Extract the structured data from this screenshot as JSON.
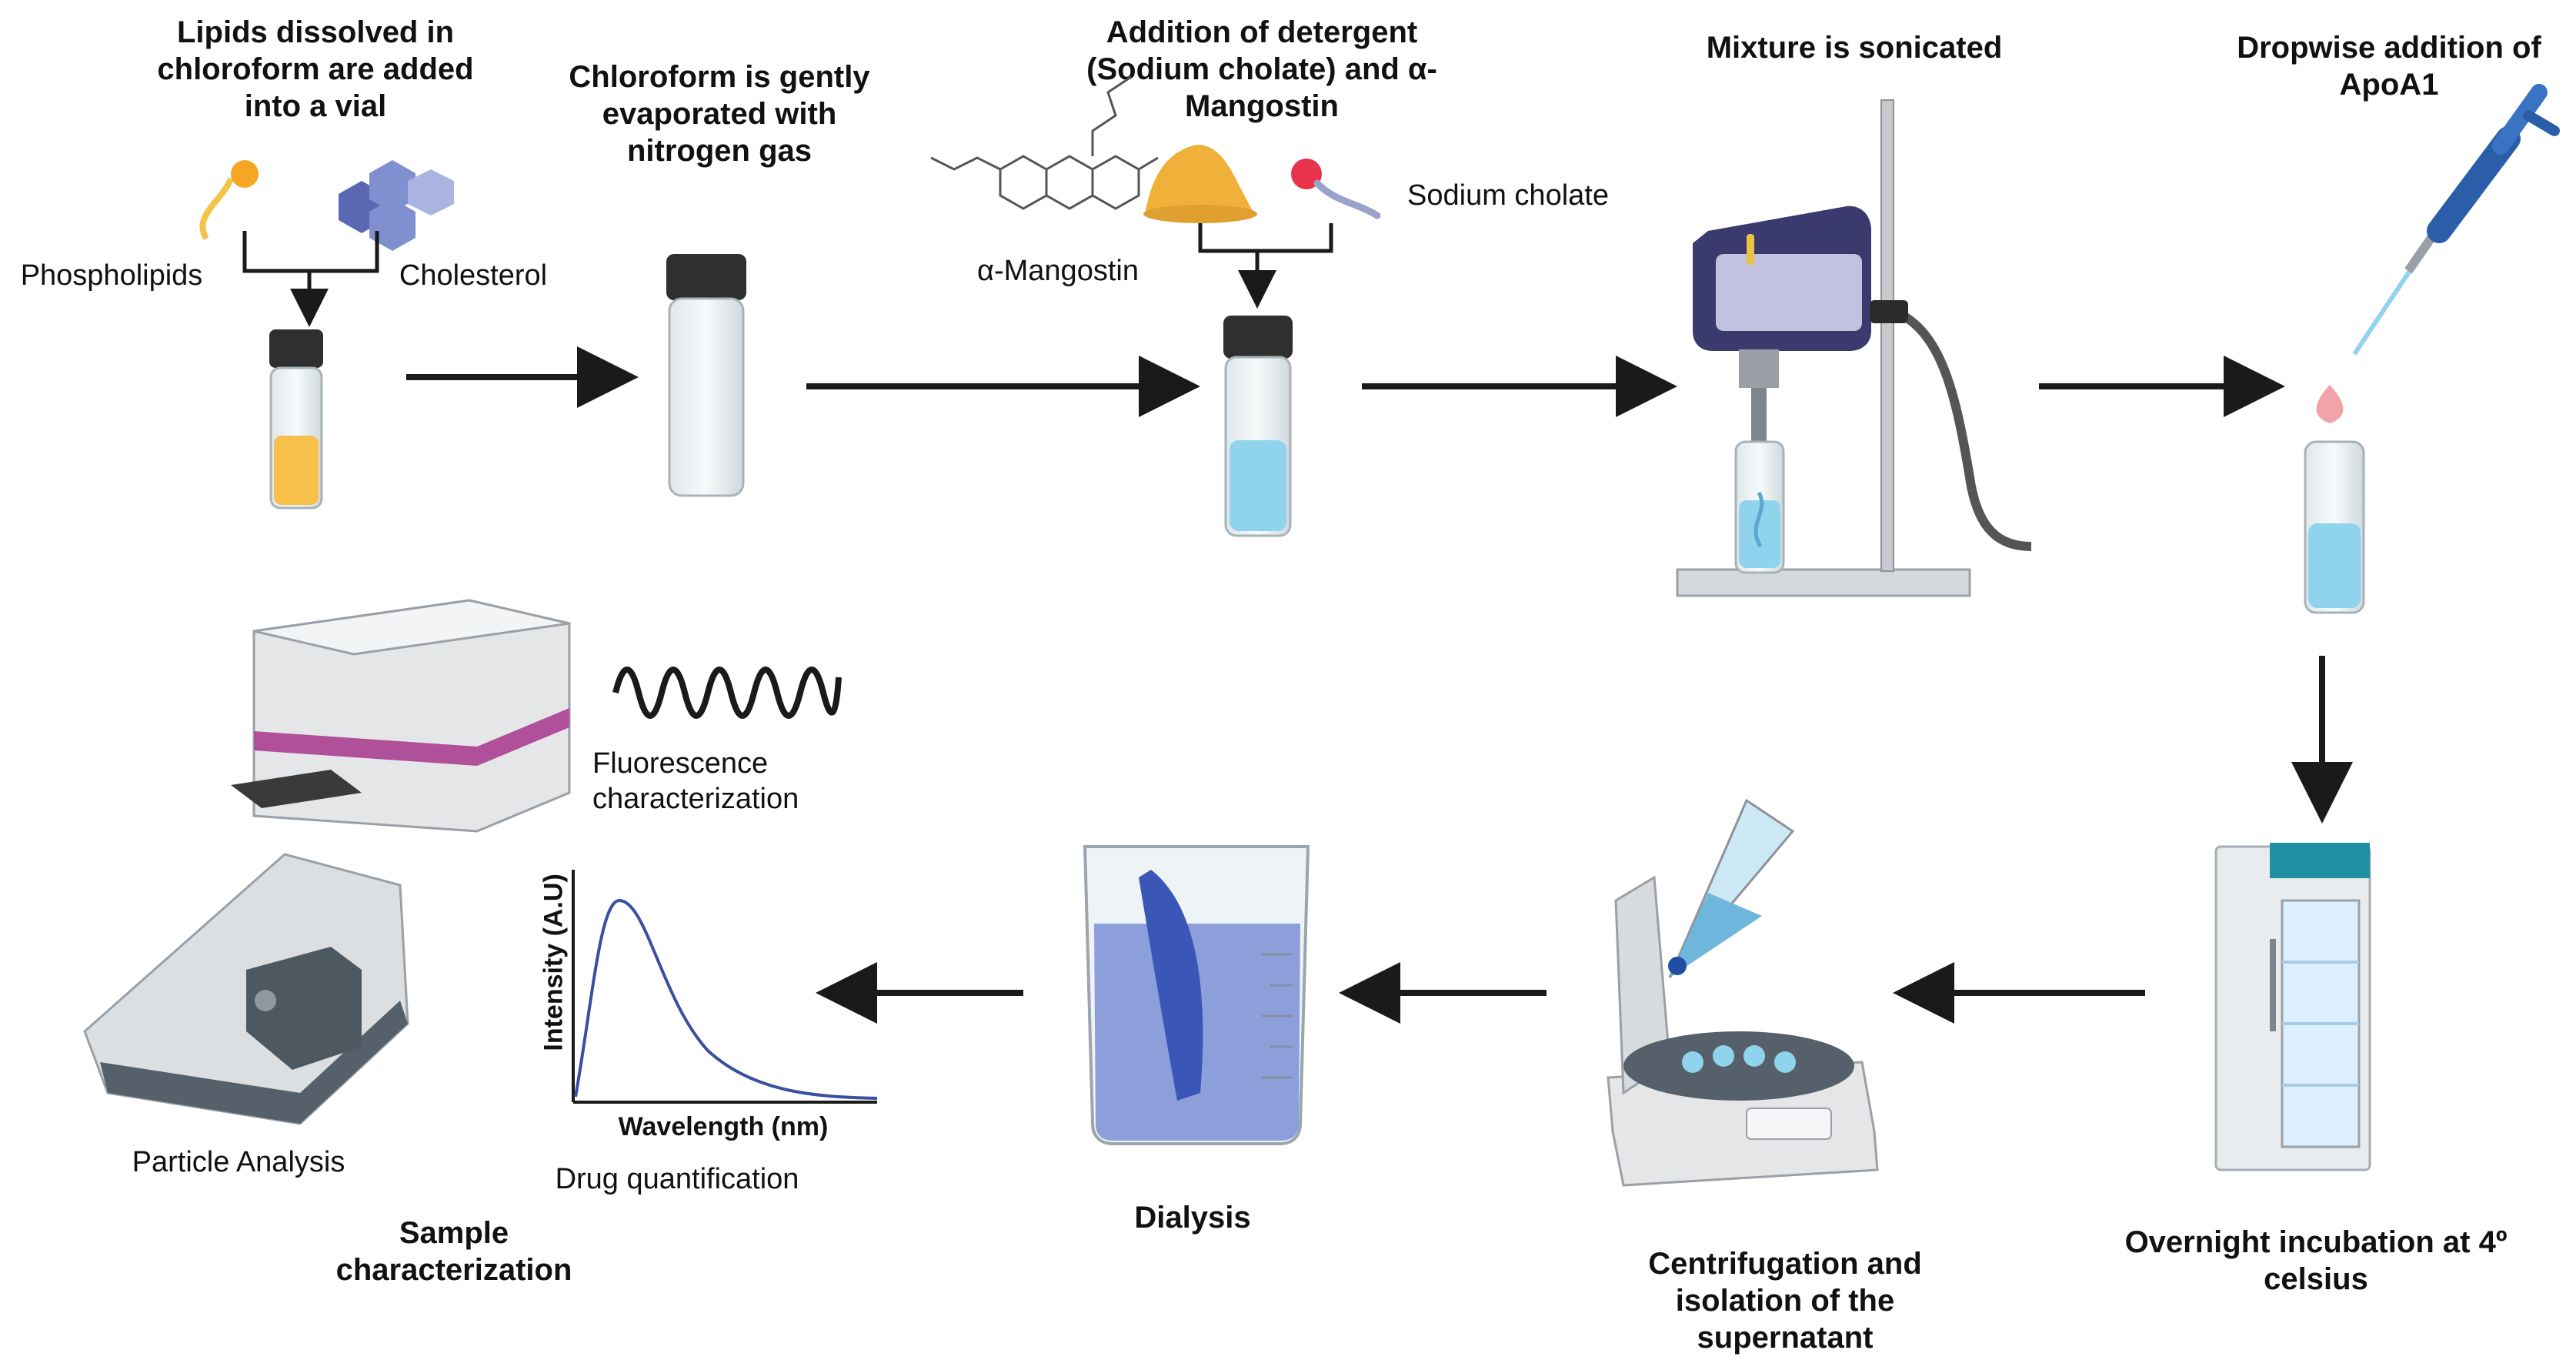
{
  "steps": {
    "s1": {
      "title": "Lipids dissolved in chloroform are added into a vial",
      "phospholipids": "Phospholipids",
      "cholesterol": "Cholesterol"
    },
    "s2": {
      "title": "Chloroform is gently evaporated with nitrogen gas"
    },
    "s3": {
      "title": "Addition of detergent (Sodium cholate) and α-Mangostin",
      "mangostin": "α-Mangostin",
      "cholate": "Sodium cholate"
    },
    "s4": {
      "title": "Mixture is sonicated"
    },
    "s5": {
      "title": "Dropwise addition of ApoA1"
    },
    "s6": {
      "title": "Overnight incubation at 4º celsius"
    },
    "s7": {
      "title": "Centrifugation and isolation of the supernatant"
    },
    "s8": {
      "title": "Dialysis"
    },
    "s9": {
      "title": "Sample characterization",
      "fluorescence": "Fluorescence characterization",
      "particle": "Particle Analysis",
      "drug": "Drug quantification",
      "plot_ylabel": "Intensity (A.U)",
      "plot_xlabel": "Wavelength (nm)"
    }
  },
  "colors": {
    "arrow": "#1a1a1a",
    "lipid_solution": "#f7c04a",
    "blue_solution": "#8fd3ec",
    "cholesterol": "#7f8fcf",
    "phospholipid_head": "#f5a623",
    "cholate_head": "#e8334a",
    "device_purple": "#3b3a6e",
    "fridge_teal": "#1f8fa3",
    "plate_reader_band": "#b04f9a"
  }
}
